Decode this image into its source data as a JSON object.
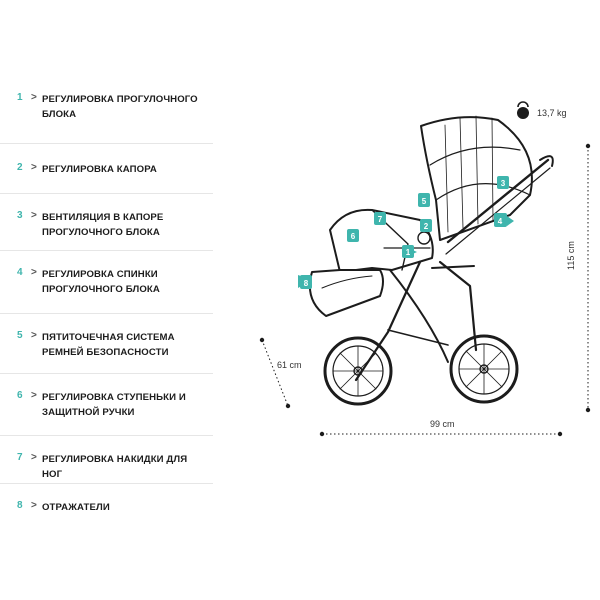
{
  "features": [
    {
      "number": "1",
      "label": "РЕГУЛИРОВКА ПРОГУЛОЧНОГО БЛОКА"
    },
    {
      "number": "2",
      "label": "РЕГУЛИРОВКА КАПОРА"
    },
    {
      "number": "3",
      "label": "ВЕНТИЛЯЦИЯ В КАПОРЕ ПРОГУЛОЧНОГО БЛОКА"
    },
    {
      "number": "4",
      "label": "РЕГУЛИРОВКА СПИНКИ ПРОГУЛОЧНОГО БЛОКА"
    },
    {
      "number": "5",
      "label": "ПЯТИТОЧЕЧНАЯ СИСТЕМА РЕМНЕЙ БЕЗОПАСНОСТИ"
    },
    {
      "number": "6",
      "label": "РЕГУЛИРОВКА СТУПЕНЬКИ И ЗАЩИТНОЙ РУЧКИ"
    },
    {
      "number": "7",
      "label": "РЕГУЛИРОВКА НАКИДКИ ДЛЯ НОГ"
    },
    {
      "number": "8",
      "label": "ОТРАЖАТЕЛИ"
    }
  ],
  "chevron": ">",
  "weight": "13,7 kg",
  "dimensions": {
    "height": "115 cm",
    "width": "61 cm",
    "length": "99 cm"
  },
  "markers": [
    "1",
    "2",
    "3",
    "4",
    "5",
    "6",
    "7",
    "8"
  ],
  "colors": {
    "accent": "#3fb5ad",
    "line": "#1c1c1c",
    "text": "#1c1c1c",
    "divider": "#e6e6e6"
  },
  "icons": {
    "weight": "kettlebell-icon"
  }
}
